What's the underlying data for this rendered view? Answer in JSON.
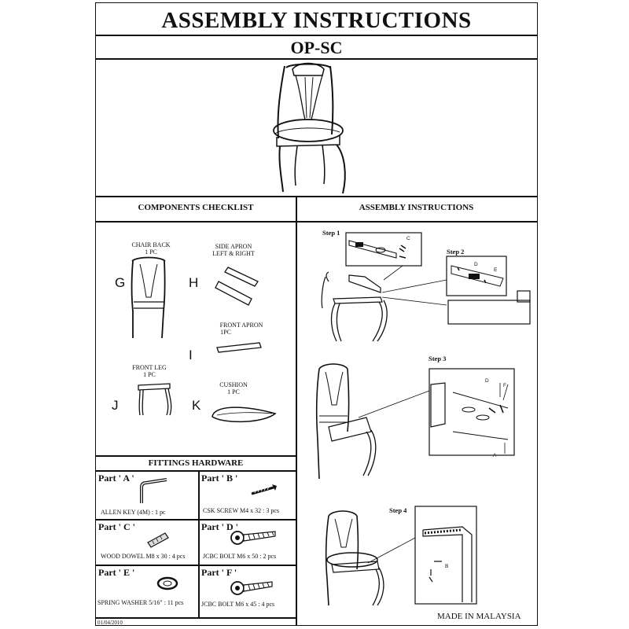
{
  "header": {
    "title": "ASSEMBLY INSTRUCTIONS",
    "model": "OP-SC"
  },
  "components": {
    "heading": "COMPONENTS CHECKLIST",
    "items": [
      {
        "letter": "G",
        "name": "CHAIR BACK",
        "qty": "1 PC"
      },
      {
        "letter": "H",
        "name": "SIDE APRON",
        "qty": "LEFT & RIGHT"
      },
      {
        "letter": "I",
        "name": "FRONT APRON",
        "qty": "1PC"
      },
      {
        "letter": "J",
        "name": "FRONT LEG",
        "qty": "1 PC"
      },
      {
        "letter": "K",
        "name": "CUSHION",
        "qty": "1 PC"
      }
    ]
  },
  "hardware": {
    "heading": "FITTINGS HARDWARE",
    "parts": [
      {
        "label": "Part ' A '",
        "desc": "ALLEN KEY  (4M) : 1 pc"
      },
      {
        "label": "Part ' B '",
        "desc": "CSK SCREW M4 x 32 : 3 pcs"
      },
      {
        "label": "Part ' C '",
        "desc": "WOOD DOWEL M8 x 30 : 4 pcs"
      },
      {
        "label": "Part ' D '",
        "desc": "JCBC BOLT M6 x 50 : 2 pcs"
      },
      {
        "label": "Part ' E '",
        "desc": "SPRING WASHER 5/16\" : 11 pcs"
      },
      {
        "label": "Part ' F '",
        "desc": "JCBC BOLT M6 x 45 : 4 pcs"
      }
    ]
  },
  "assembly": {
    "heading": "ASSEMBLY INSTRUCTIONS",
    "steps": [
      "Step 1",
      "Step 2",
      "Step 3",
      "Step 4"
    ],
    "callouts": {
      "c": "C",
      "d": "D",
      "e": "E",
      "f": "F",
      "a": "A",
      "b": "B"
    }
  },
  "footer": {
    "date": "01/04/2010",
    "origin": "MADE IN MALAYSIA"
  }
}
